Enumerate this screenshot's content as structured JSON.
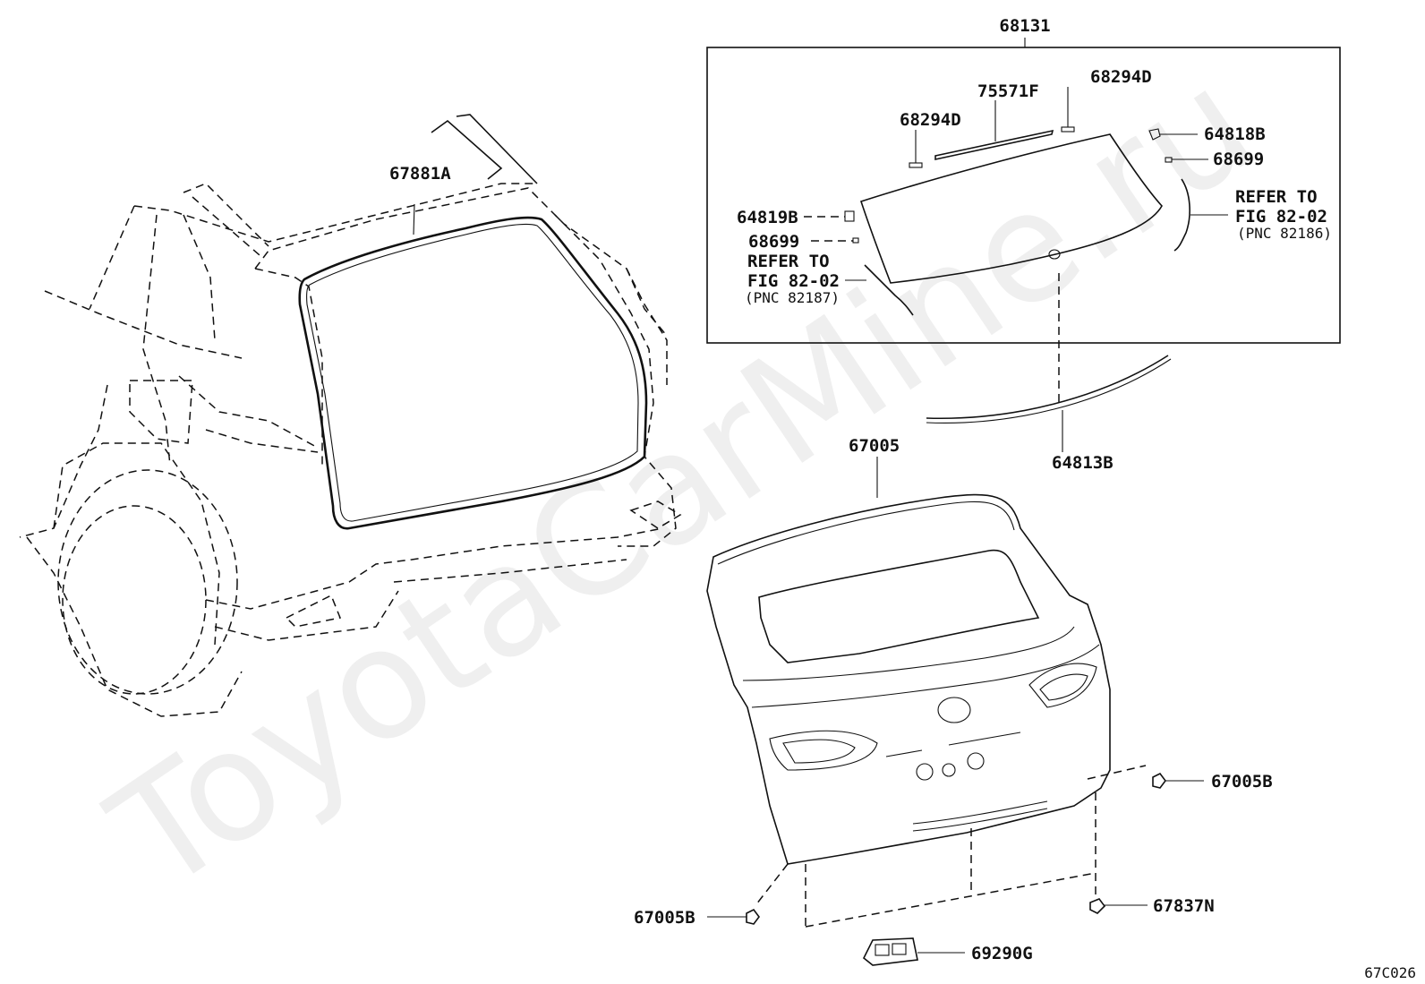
{
  "watermark": "ToyotaCarMine.ru",
  "figure_code": "67C026",
  "group_label": "68131",
  "parts": {
    "weatherstrip": "67881A",
    "back_door_panel": "67005",
    "glass_subassy": "68131",
    "clip_left": "68294D",
    "molding_top": "75571F",
    "clip_right": "68294D",
    "stopper_right": "64818B",
    "pad_right": "68699",
    "stopper_left": "64819B",
    "pad_left": "68699",
    "molding_lower": "64813B",
    "bolt_right": "67005B",
    "bolt_left": "67005B",
    "nut_clip": "67837N",
    "handle_bracket": "69290G"
  },
  "notes": {
    "left": {
      "line1": "REFER TO",
      "line2": "FIG 82-02",
      "line3": "(PNC 82187)"
    },
    "right": {
      "line1": "REFER TO",
      "line2": "FIG 82-02",
      "line3": "(PNC 82186)"
    }
  }
}
